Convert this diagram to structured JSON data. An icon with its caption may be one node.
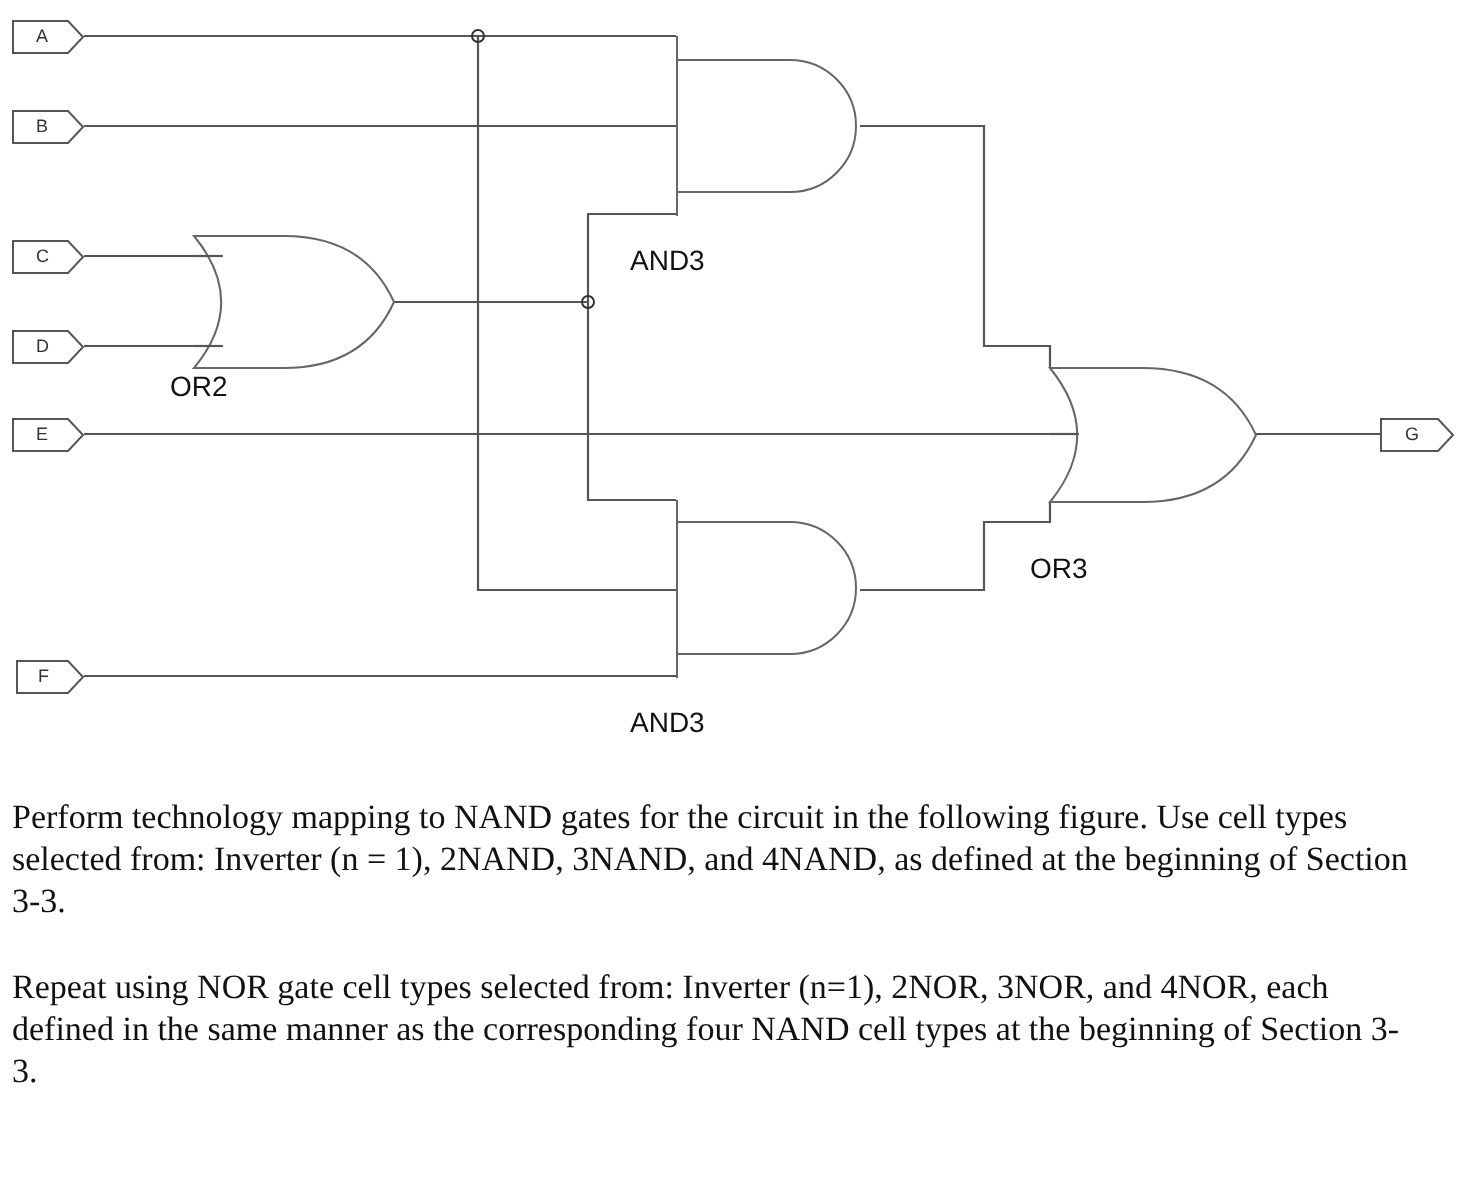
{
  "diagram": {
    "nodes": [
      {
        "text": [
          "A"
        ]
      },
      {
        "text": [
          "B"
        ]
      },
      {
        "text": [
          "C"
        ]
      },
      {
        "text": [
          "D"
        ]
      },
      {
        "text": [
          "E"
        ]
      },
      {
        "text": [
          "F"
        ]
      },
      {
        "text": [
          "OR2"
        ]
      },
      {
        "text": [
          "AND3"
        ]
      },
      {
        "text": [
          "AND3"
        ]
      },
      {
        "text": [
          "OR3"
        ]
      },
      {
        "text": [
          "G"
        ]
      }
    ],
    "edges": [
      {
        "from": 0,
        "to": 7,
        "arrow": "none"
      },
      {
        "from": 0,
        "to": 8,
        "arrow": "none"
      },
      {
        "from": 1,
        "to": 7,
        "arrow": "none"
      },
      {
        "from": 2,
        "to": 6,
        "arrow": "none"
      },
      {
        "from": 3,
        "to": 6,
        "arrow": "none"
      },
      {
        "from": 6,
        "to": 7,
        "arrow": "none"
      },
      {
        "from": 6,
        "to": 8,
        "arrow": "none"
      },
      {
        "from": 4,
        "to": 9,
        "arrow": "none"
      },
      {
        "from": 5,
        "to": 8,
        "arrow": "none"
      },
      {
        "from": 7,
        "to": 9,
        "arrow": "none"
      },
      {
        "from": 8,
        "to": 9,
        "arrow": "none"
      },
      {
        "from": 9,
        "to": 10,
        "arrow": "none"
      }
    ],
    "labels": [
      "Perform technology mapping to NAND gates for the circuit in the following figure. Use cell types selected from: Inverter (n = 1), 2NAND, 3NAND, and 4NAND, as defined at the beginning of Section 3-3.",
      "Repeat using NOR gate cell types selected from: Inverter (n=1), 2NOR, 3NOR, and 4NOR, each defined in the same manner as the corresponding four NAND cell types at the beginning of Section 3-3."
    ]
  }
}
